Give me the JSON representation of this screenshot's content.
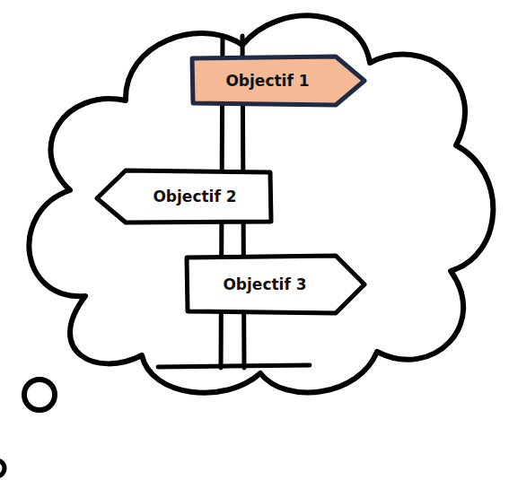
{
  "diagram": {
    "nodes": [
      {
        "text": [
          "Objectif 1"
        ]
      },
      {
        "text": [
          "Objectif 2"
        ]
      },
      {
        "text": [
          "Objectif 3"
        ]
      }
    ]
  }
}
